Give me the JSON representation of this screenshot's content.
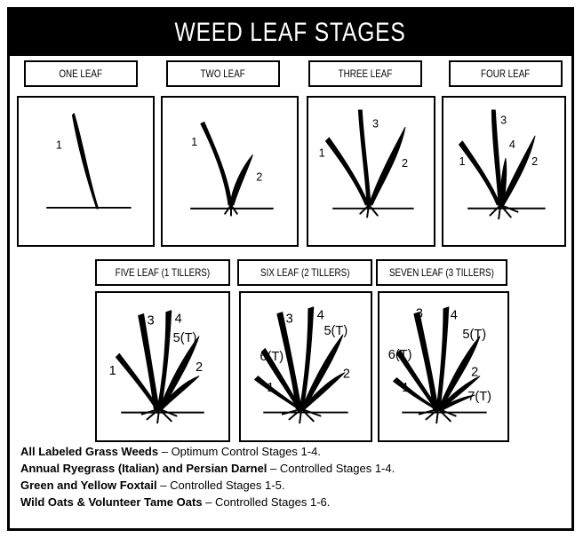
{
  "title": "WEED LEAF STAGES",
  "stages": [
    {
      "label": "ONE LEAF",
      "leaf_numbers": [
        "1"
      ]
    },
    {
      "label": "TWO LEAF",
      "leaf_numbers": [
        "1",
        "2"
      ]
    },
    {
      "label": "THREE LEAF",
      "leaf_numbers": [
        "1",
        "2",
        "3"
      ]
    },
    {
      "label": "FOUR LEAF",
      "leaf_numbers": [
        "1",
        "2",
        "3",
        "4"
      ]
    },
    {
      "label": "FIVE LEAF (1 TILLERS)",
      "leaf_numbers": [
        "1",
        "2",
        "3",
        "4",
        "5(T)"
      ]
    },
    {
      "label": "SIX LEAF (2 TILLERS)",
      "leaf_numbers": [
        "1",
        "2",
        "3",
        "4",
        "5(T)",
        "6(T)"
      ]
    },
    {
      "label": "SEVEN LEAF (3 TILLERS)",
      "leaf_numbers": [
        "1",
        "2",
        "3",
        "4",
        "5(T)",
        "6(T)",
        "7(T)"
      ]
    }
  ],
  "notes": [
    {
      "bold": "All Labeled Grass Weeds",
      "text": " – Optimum Control Stages 1-4."
    },
    {
      "bold": "Annual Ryegrass (Italian) and Persian Darnel",
      "text": " – Controlled Stages 1-4."
    },
    {
      "bold": "Green and Yellow Foxtail",
      "text": " – Controlled Stages 1-5."
    },
    {
      "bold": "Wild Oats & Volunteer Tame Oats",
      "text": " – Controlled Stages 1-6."
    }
  ]
}
